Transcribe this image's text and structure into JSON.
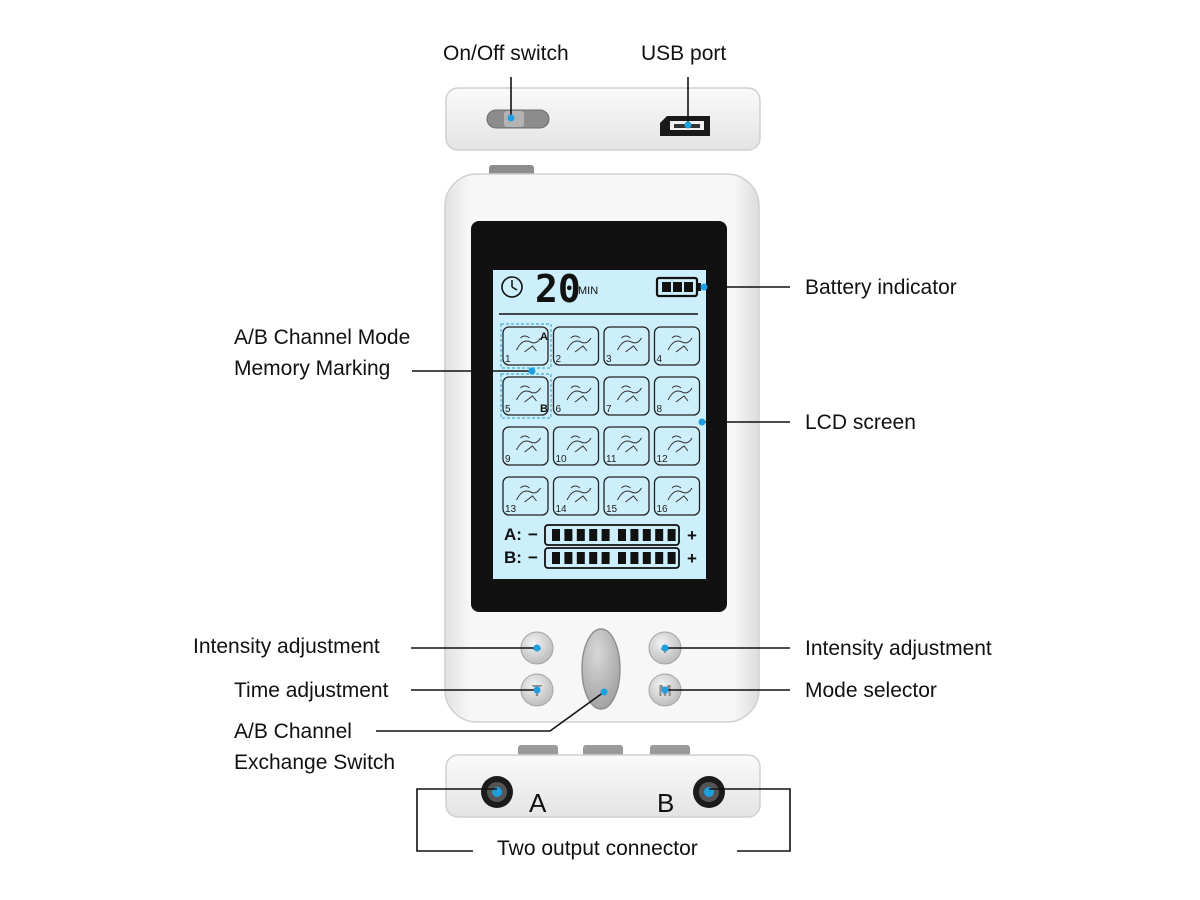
{
  "labels": {
    "on_off": "On/Off switch",
    "usb": "USB port",
    "battery": "Battery indicator",
    "memory_line1": "A/B Channel Mode",
    "memory_line2": "Memory Marking",
    "lcd": "LCD screen",
    "intensity_left": "Intensity  adjustment",
    "intensity_right": "Intensity  adjustment",
    "time": "Time adjustment",
    "mode": "Mode selector",
    "exchange_line1": "A/B Channel",
    "exchange_line2": "Exchange Switch",
    "output": "Two output connector"
  },
  "lcd": {
    "timer_value": "20",
    "timer_unit": "MIN",
    "mode_numbers": [
      "1",
      "2",
      "3",
      "4",
      "5",
      "6",
      "7",
      "8",
      "9",
      "10",
      "11",
      "12",
      "13",
      "14",
      "15",
      "16"
    ],
    "channel_a_tag": "A",
    "channel_b_tag": "B",
    "channel_a_label": "A:",
    "channel_b_label": "B:",
    "minus": "−",
    "plus": "+"
  },
  "buttons": {
    "minus_symbol": "−",
    "plus_symbol": "+",
    "time_symbol": "T",
    "mode_symbol": "M"
  },
  "connectors": {
    "a": "A",
    "b": "B"
  },
  "colors": {
    "lcd_background": "#cdeefb",
    "indicator_dot": "#1e9fe0",
    "device_body": "#f2f2f2",
    "screen_bezel": "#111111"
  }
}
